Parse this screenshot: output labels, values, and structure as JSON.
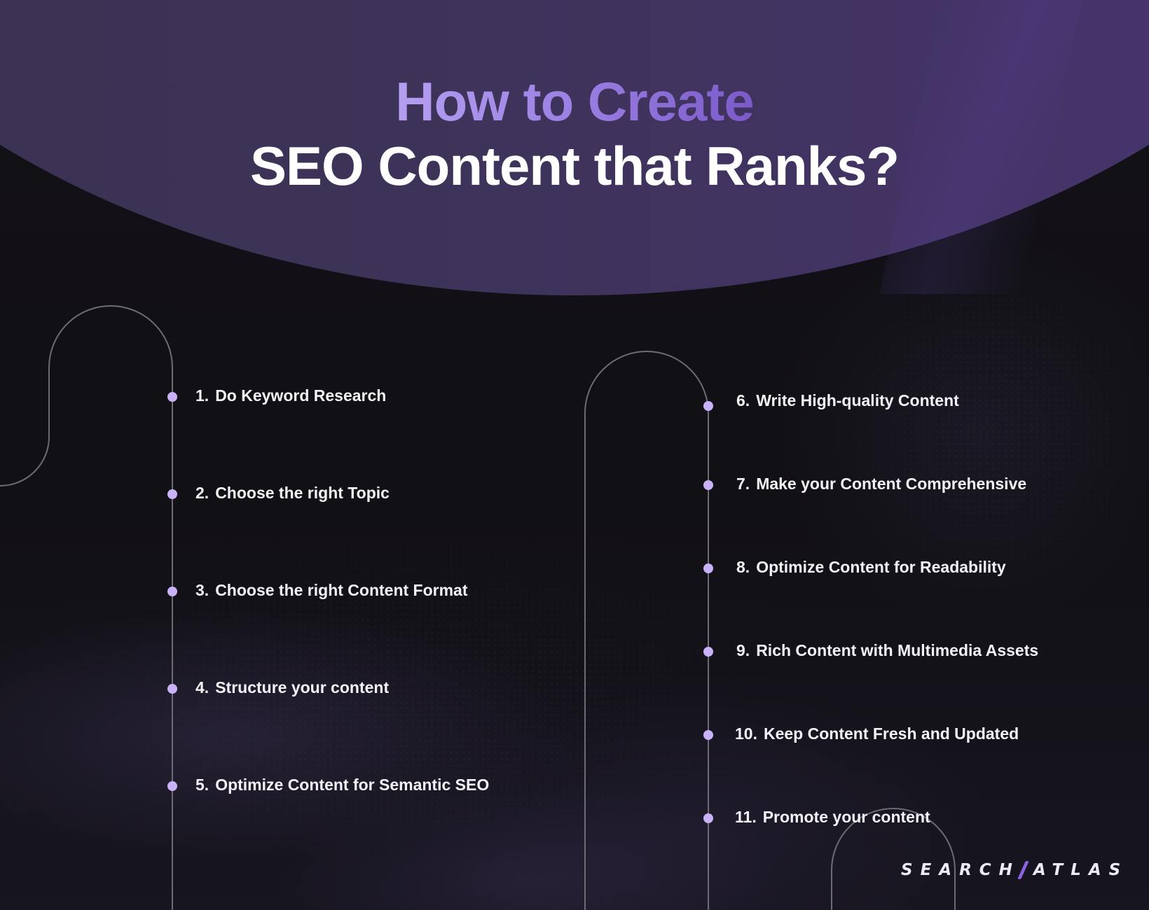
{
  "header": {
    "title_line1": "How to Create",
    "title_line2": "SEO Content that Ranks?"
  },
  "steps_left": [
    {
      "number": "1.",
      "label": "Do Keyword Research"
    },
    {
      "number": "2.",
      "label": "Choose the right Topic"
    },
    {
      "number": "3.",
      "label": "Choose the right Content Format"
    },
    {
      "number": "4.",
      "label": "Structure your content"
    },
    {
      "number": "5.",
      "label": "Optimize Content for Semantic SEO"
    }
  ],
  "steps_right": [
    {
      "number": "6.",
      "label": "Write High-quality Content"
    },
    {
      "number": "7.",
      "label": "Make your Content Comprehensive"
    },
    {
      "number": "8.",
      "label": "Optimize Content for Readability"
    },
    {
      "number": "9.",
      "label": "Rich Content with Multimedia Assets"
    },
    {
      "number": "10.",
      "label": "Keep Content Fresh and Updated"
    },
    {
      "number": "11.",
      "label": "Promote your content"
    }
  ],
  "logo": {
    "left": "SEARCH",
    "right": "ATLAS"
  },
  "colors": {
    "background": "#121116",
    "header_purple": "#3f3459",
    "title_gradient_start": "#b59ff1",
    "title_gradient_end": "#7b5ac9",
    "dot": "#c9b2f8",
    "line": "#6e6b75",
    "logo_slash": "#8a63e0",
    "text": "#f4f2f8"
  }
}
